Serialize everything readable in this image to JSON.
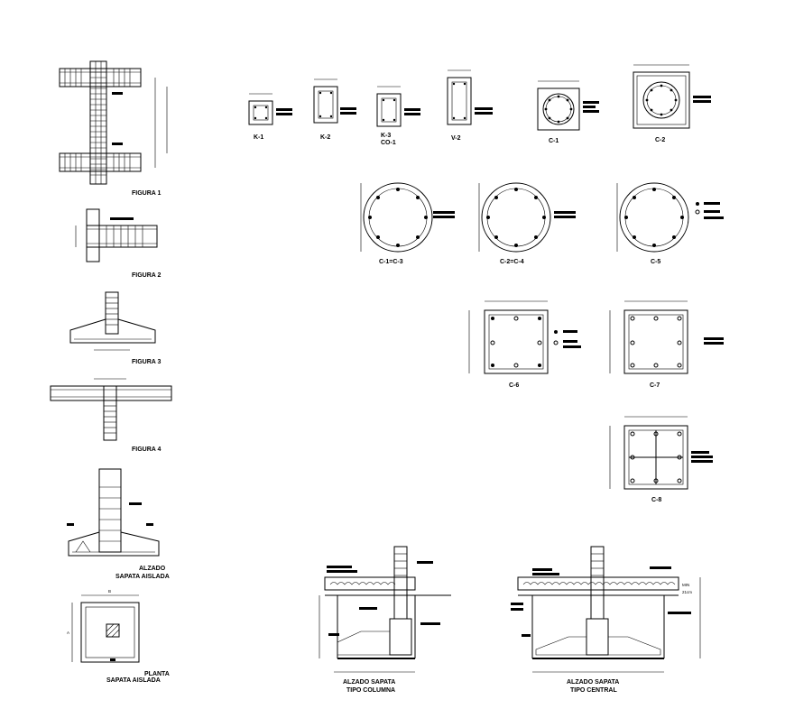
{
  "sheet": {
    "background": "#ffffff",
    "ink": "#000000"
  },
  "figures": {
    "fig1": "FIGURA 1",
    "fig2": "FIGURA 2",
    "fig3": "FIGURA 3",
    "fig4": "FIGURA 4",
    "alzado_a": "ALZADO",
    "alzado_b": "SAPATA AISLADA",
    "planta_a": "PLANTA",
    "planta_b": "SAPATA AISLADA",
    "planta_dim_b": "B",
    "planta_dim_a": "A"
  },
  "sections": {
    "k1": "K-1",
    "k2": "K-2",
    "k3": "K-3",
    "k3b": "CO-1",
    "v2": "V-2",
    "c1": "C-1",
    "c2": "C-2",
    "c1c3": "C-1=C-3",
    "c2c4": "C-2=C-4",
    "c5": "C-5",
    "c6": "C-6",
    "c7": "C-7",
    "c8": "C-8"
  },
  "footings": {
    "col_a": "ALZADO SAPATA",
    "col_b": "TIPO COLUMNA",
    "cen_a": "ALZADO SAPATA",
    "cen_b": "TIPO CENTRAL",
    "min_a": "MIN",
    "min_b": "21cm"
  }
}
